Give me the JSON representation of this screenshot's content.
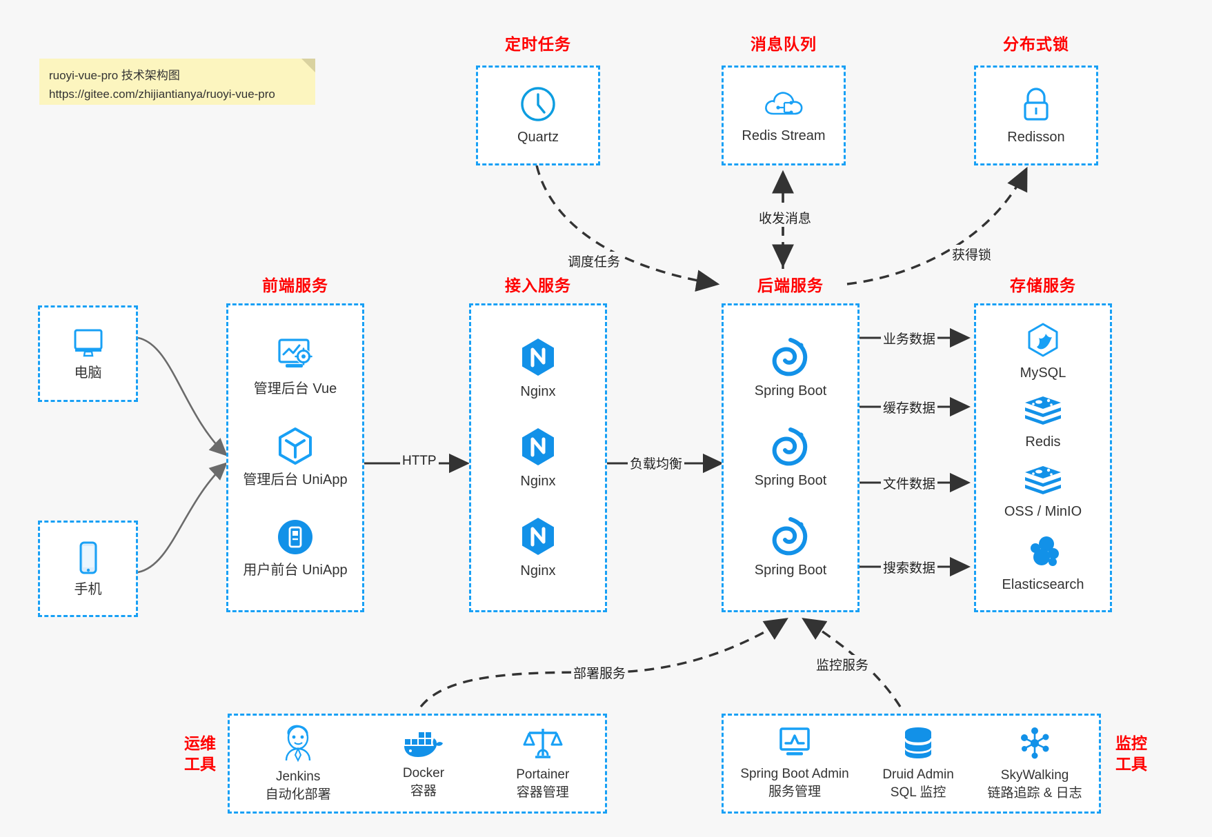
{
  "note": {
    "line1": "ruoyi-vue-pro 技术架构图",
    "line2": "https://gitee.com/zhijiantianya/ruoyi-vue-pro"
  },
  "groups": {
    "scheduler": {
      "title": "定时任务",
      "nodes": [
        {
          "label": "Quartz",
          "icon": "clock-icon"
        }
      ]
    },
    "mq": {
      "title": "消息队列",
      "nodes": [
        {
          "label": "Redis Stream",
          "icon": "cloud-stream-icon"
        }
      ]
    },
    "lock": {
      "title": "分布式锁",
      "nodes": [
        {
          "label": "Redisson",
          "icon": "lock-icon"
        }
      ]
    },
    "clients": {
      "nodes": [
        {
          "label": "电脑",
          "icon": "desktop-icon"
        },
        {
          "label": "手机",
          "icon": "phone-icon"
        }
      ]
    },
    "frontend": {
      "title": "前端服务",
      "nodes": [
        {
          "label": "管理后台 Vue",
          "icon": "dashboard-gear-icon"
        },
        {
          "label": "管理后台 UniApp",
          "icon": "uniapp-hexagon-icon"
        },
        {
          "label": "用户前台 UniApp",
          "icon": "mobile-app-icon"
        }
      ]
    },
    "gateway": {
      "title": "接入服务",
      "nodes": [
        {
          "label": "Nginx",
          "icon": "nginx-icon"
        },
        {
          "label": "Nginx",
          "icon": "nginx-icon"
        },
        {
          "label": "Nginx",
          "icon": "nginx-icon"
        }
      ]
    },
    "backend": {
      "title": "后端服务",
      "nodes": [
        {
          "label": "Spring Boot",
          "icon": "spring-boot-icon"
        },
        {
          "label": "Spring Boot",
          "icon": "spring-boot-icon"
        },
        {
          "label": "Spring Boot",
          "icon": "spring-boot-icon"
        }
      ]
    },
    "storage": {
      "title": "存储服务",
      "nodes": [
        {
          "label": "MySQL",
          "icon": "mysql-icon"
        },
        {
          "label": "Redis",
          "icon": "redis-icon"
        },
        {
          "label": "OSS / MinIO",
          "icon": "oss-minio-icon"
        },
        {
          "label": "Elasticsearch",
          "icon": "elasticsearch-icon"
        }
      ]
    },
    "devops": {
      "side_title": "运维\n工具",
      "nodes": [
        {
          "label": "Jenkins\n自动化部署",
          "icon": "jenkins-icon"
        },
        {
          "label": "Docker\n容器",
          "icon": "docker-icon"
        },
        {
          "label": "Portainer\n容器管理",
          "icon": "portainer-scales-icon"
        }
      ]
    },
    "monitoring": {
      "side_title": "监控\n工具",
      "nodes": [
        {
          "label": "Spring Boot Admin\n服务管理",
          "icon": "monitor-chart-icon"
        },
        {
          "label": "Druid Admin\nSQL 监控",
          "icon": "database-icon"
        },
        {
          "label": "SkyWalking\n链路追踪 & 日志",
          "icon": "skywalking-icon"
        }
      ]
    }
  },
  "edges": {
    "http": "HTTP",
    "load_balance": "负载均衡",
    "schedule_task": "调度任务",
    "send_receive_message": "收发消息",
    "acquire_lock": "获得锁",
    "business_data": "业务数据",
    "cache_data": "缓存数据",
    "file_data": "文件数据",
    "search_data": "搜索数据",
    "deploy_service": "部署服务",
    "monitor_service": "监控服务"
  },
  "colors": {
    "accent_blue": "#18a0f5",
    "icon_blue": "#0d9de0",
    "title_red": "#ff0000",
    "background": "#f7f7f7",
    "note_yellow": "#fcf5bf",
    "arrow_dark": "#333333"
  }
}
